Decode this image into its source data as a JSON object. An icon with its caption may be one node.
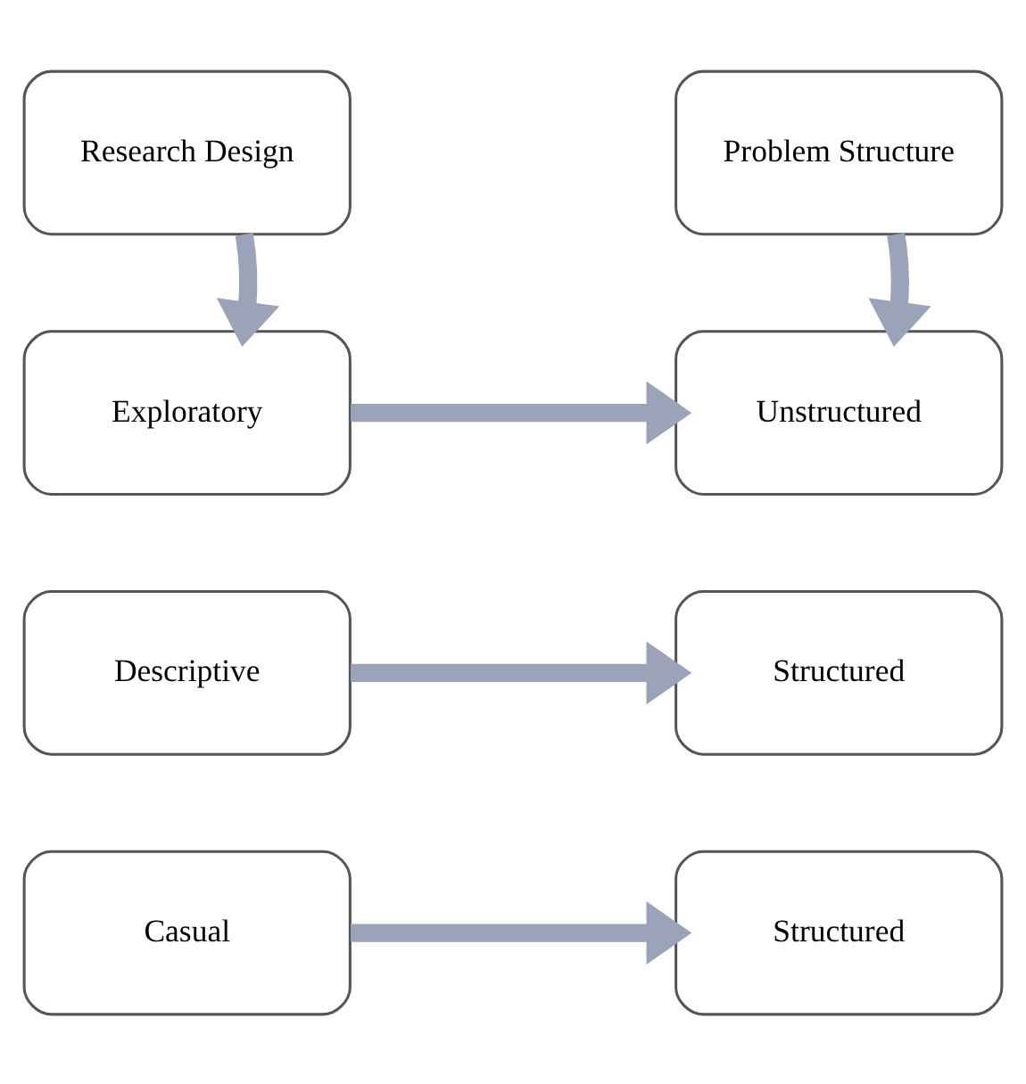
{
  "diagram": {
    "nodes": [
      {
        "text": [
          "Research Design"
        ]
      },
      {
        "text": [
          "Problem Structure"
        ]
      },
      {
        "text": [
          "Exploratory"
        ]
      },
      {
        "text": [
          "Unstructured"
        ]
      },
      {
        "text": [
          "Descriptive"
        ]
      },
      {
        "text": [
          "Structured"
        ]
      },
      {
        "text": [
          "Casual"
        ]
      },
      {
        "text": [
          "Structured"
        ]
      }
    ],
    "edges": [
      {
        "from": 0,
        "to": 2,
        "arrow": "to"
      },
      {
        "from": 1,
        "to": 3,
        "arrow": "to"
      },
      {
        "from": 2,
        "to": 3,
        "arrow": "to"
      },
      {
        "from": 4,
        "to": 5,
        "arrow": "to"
      },
      {
        "from": 6,
        "to": 7,
        "arrow": "to"
      }
    ]
  }
}
